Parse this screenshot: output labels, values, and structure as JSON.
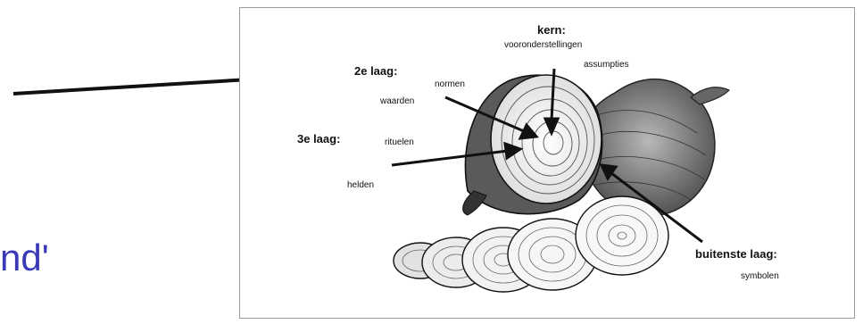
{
  "slide": {
    "partial_text": "nd'"
  },
  "diagram": {
    "labels": {
      "kern_title": "kern:",
      "kern_line1": "vooronderstellingen",
      "kern_line2": "assumpties",
      "layer2_title": "2e laag:",
      "layer2_item1": "normen",
      "layer2_item2": "waarden",
      "layer3_title": "3e laag:",
      "layer3_item1": "rituelen",
      "layer3_item2": "helden",
      "outer_title": "buitenste laag:",
      "outer_item": "symbolen"
    },
    "icons": [
      "onion-illustration"
    ]
  },
  "colors": {
    "slide_text": "#3a3ab8",
    "frame_border": "#9a9a9a",
    "arrow": "#111111"
  }
}
